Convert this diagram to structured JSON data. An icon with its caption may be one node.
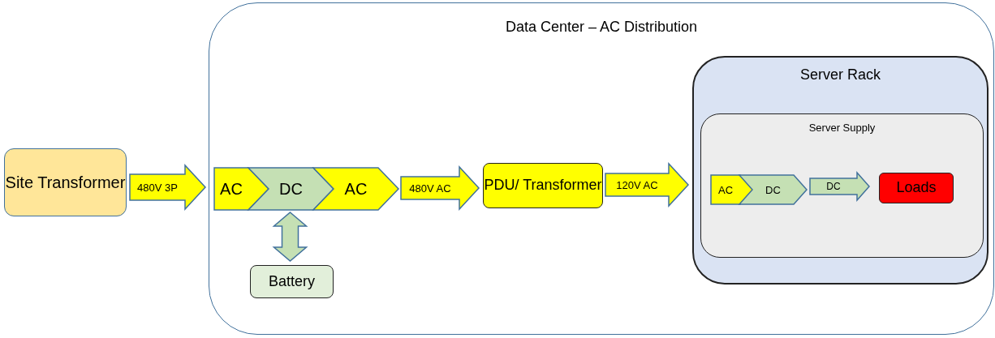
{
  "diagram": {
    "nodes": [
      {
        "text": [
          "Site Transformer"
        ]
      },
      {
        "text": [
          "Data Center – AC Distribution"
        ]
      },
      {
        "text": [
          "AC"
        ],
        "in": 1
      },
      {
        "text": [
          "DC"
        ],
        "in": 1
      },
      {
        "text": [
          "AC"
        ],
        "in": 1
      },
      {
        "text": [
          "Battery"
        ],
        "in": 1
      },
      {
        "text": [
          "PDU/ Transformer"
        ],
        "in": 1
      },
      {
        "text": [
          "Server Rack"
        ],
        "in": 1
      },
      {
        "text": [
          "Server Supply"
        ],
        "in": 7
      },
      {
        "text": [
          "AC"
        ],
        "in": 8
      },
      {
        "text": [
          "DC"
        ],
        "in": 8
      },
      {
        "text": [
          "Loads"
        ],
        "in": 8
      }
    ],
    "edges": [
      {
        "from": 0,
        "to": 1,
        "arrow": "to",
        "label": "480V 3P"
      },
      {
        "from": 4,
        "to": 6,
        "arrow": "to",
        "label": "480V AC"
      },
      {
        "from": 6,
        "to": 7,
        "arrow": "to",
        "label": "120V AC"
      },
      {
        "from": 10,
        "to": 11,
        "arrow": "to",
        "label": "DC",
        "color": "#c5e0b4"
      },
      {
        "from": 3,
        "to": 5,
        "arrow": "both",
        "color": "#c5e0b4"
      }
    ]
  }
}
